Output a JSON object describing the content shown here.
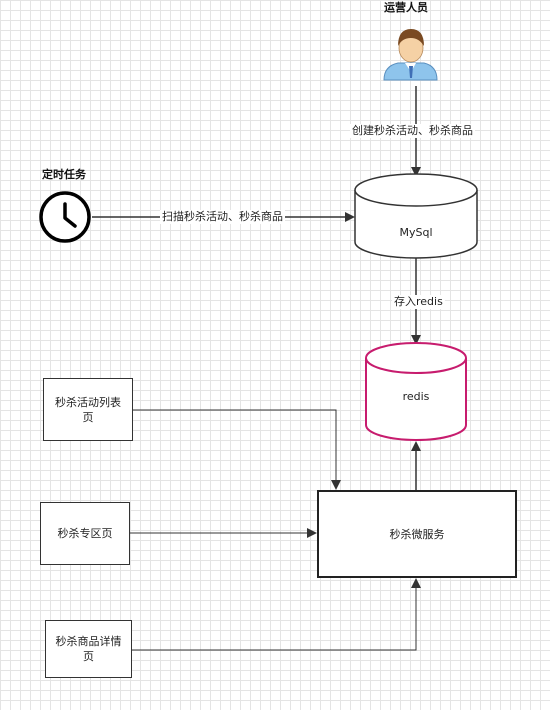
{
  "operator": {
    "title": "运营人员",
    "icon": "person-icon"
  },
  "scheduler": {
    "title": "定时任务",
    "icon": "clock-icon"
  },
  "edges": {
    "operator_to_mysql": "创建秒杀活动、秒杀商品",
    "scheduler_to_mysql": "扫描秒杀活动、秒杀商品",
    "mysql_to_redis": "存入redis"
  },
  "nodes": {
    "mysql": "MySql",
    "redis": "redis",
    "activity_list_page": "秒杀活动列表页",
    "zone_page": "秒杀专区页",
    "product_detail_page": "秒杀商品详情页",
    "seckill_service": "秒杀微服务"
  },
  "colors": {
    "redis_stroke": "#c71c6e",
    "line": "#333333"
  }
}
